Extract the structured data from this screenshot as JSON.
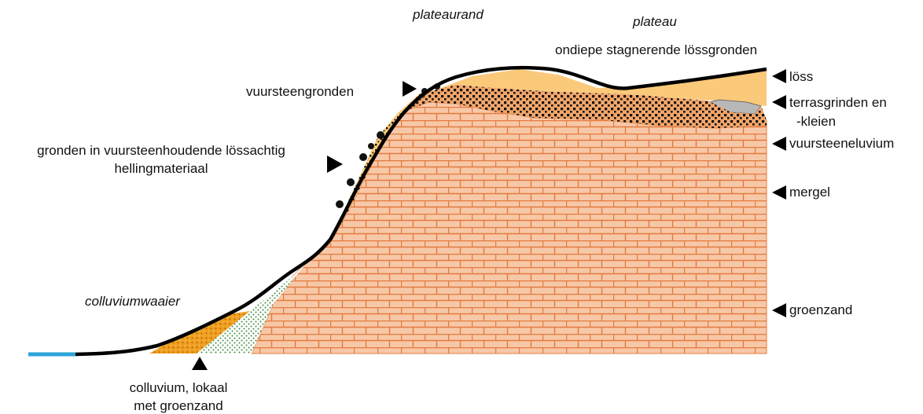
{
  "diagram": {
    "top_labels": {
      "plateaurand": "plateaurand",
      "plateau": "plateau",
      "ondiepe": "ondiepe stagnerende lössgronden"
    },
    "left_labels": {
      "vuursteengronden": "vuursteengronden",
      "helling_line1": "gronden in vuursteenhoudende lössachtig",
      "helling_line2": "hellingmateriaal",
      "colluviumwaaier": "colluviumwaaier",
      "colluvium_line1": "colluvium, lokaal",
      "colluvium_line2": "met groenzand"
    },
    "right_labels": {
      "loss": "löss",
      "terras_line1": "terrasgrinden en",
      "terras_line2": "-kleien",
      "vuursteeneluvium": "vuursteeneluvium",
      "mergel": "mergel",
      "groenzand": "groenzand"
    },
    "colors": {
      "loss": "#fbc97a",
      "mergel_fill": "#f7c8a8",
      "mergel_lines": "#e47a3c",
      "eluvium_dots": "#111111",
      "colluvium": "#f39c1d",
      "groenzand_dots": "#3c8a3c",
      "terras": "#b8b8b8",
      "stream": "#2ba4d8",
      "surface": "#000000"
    }
  }
}
